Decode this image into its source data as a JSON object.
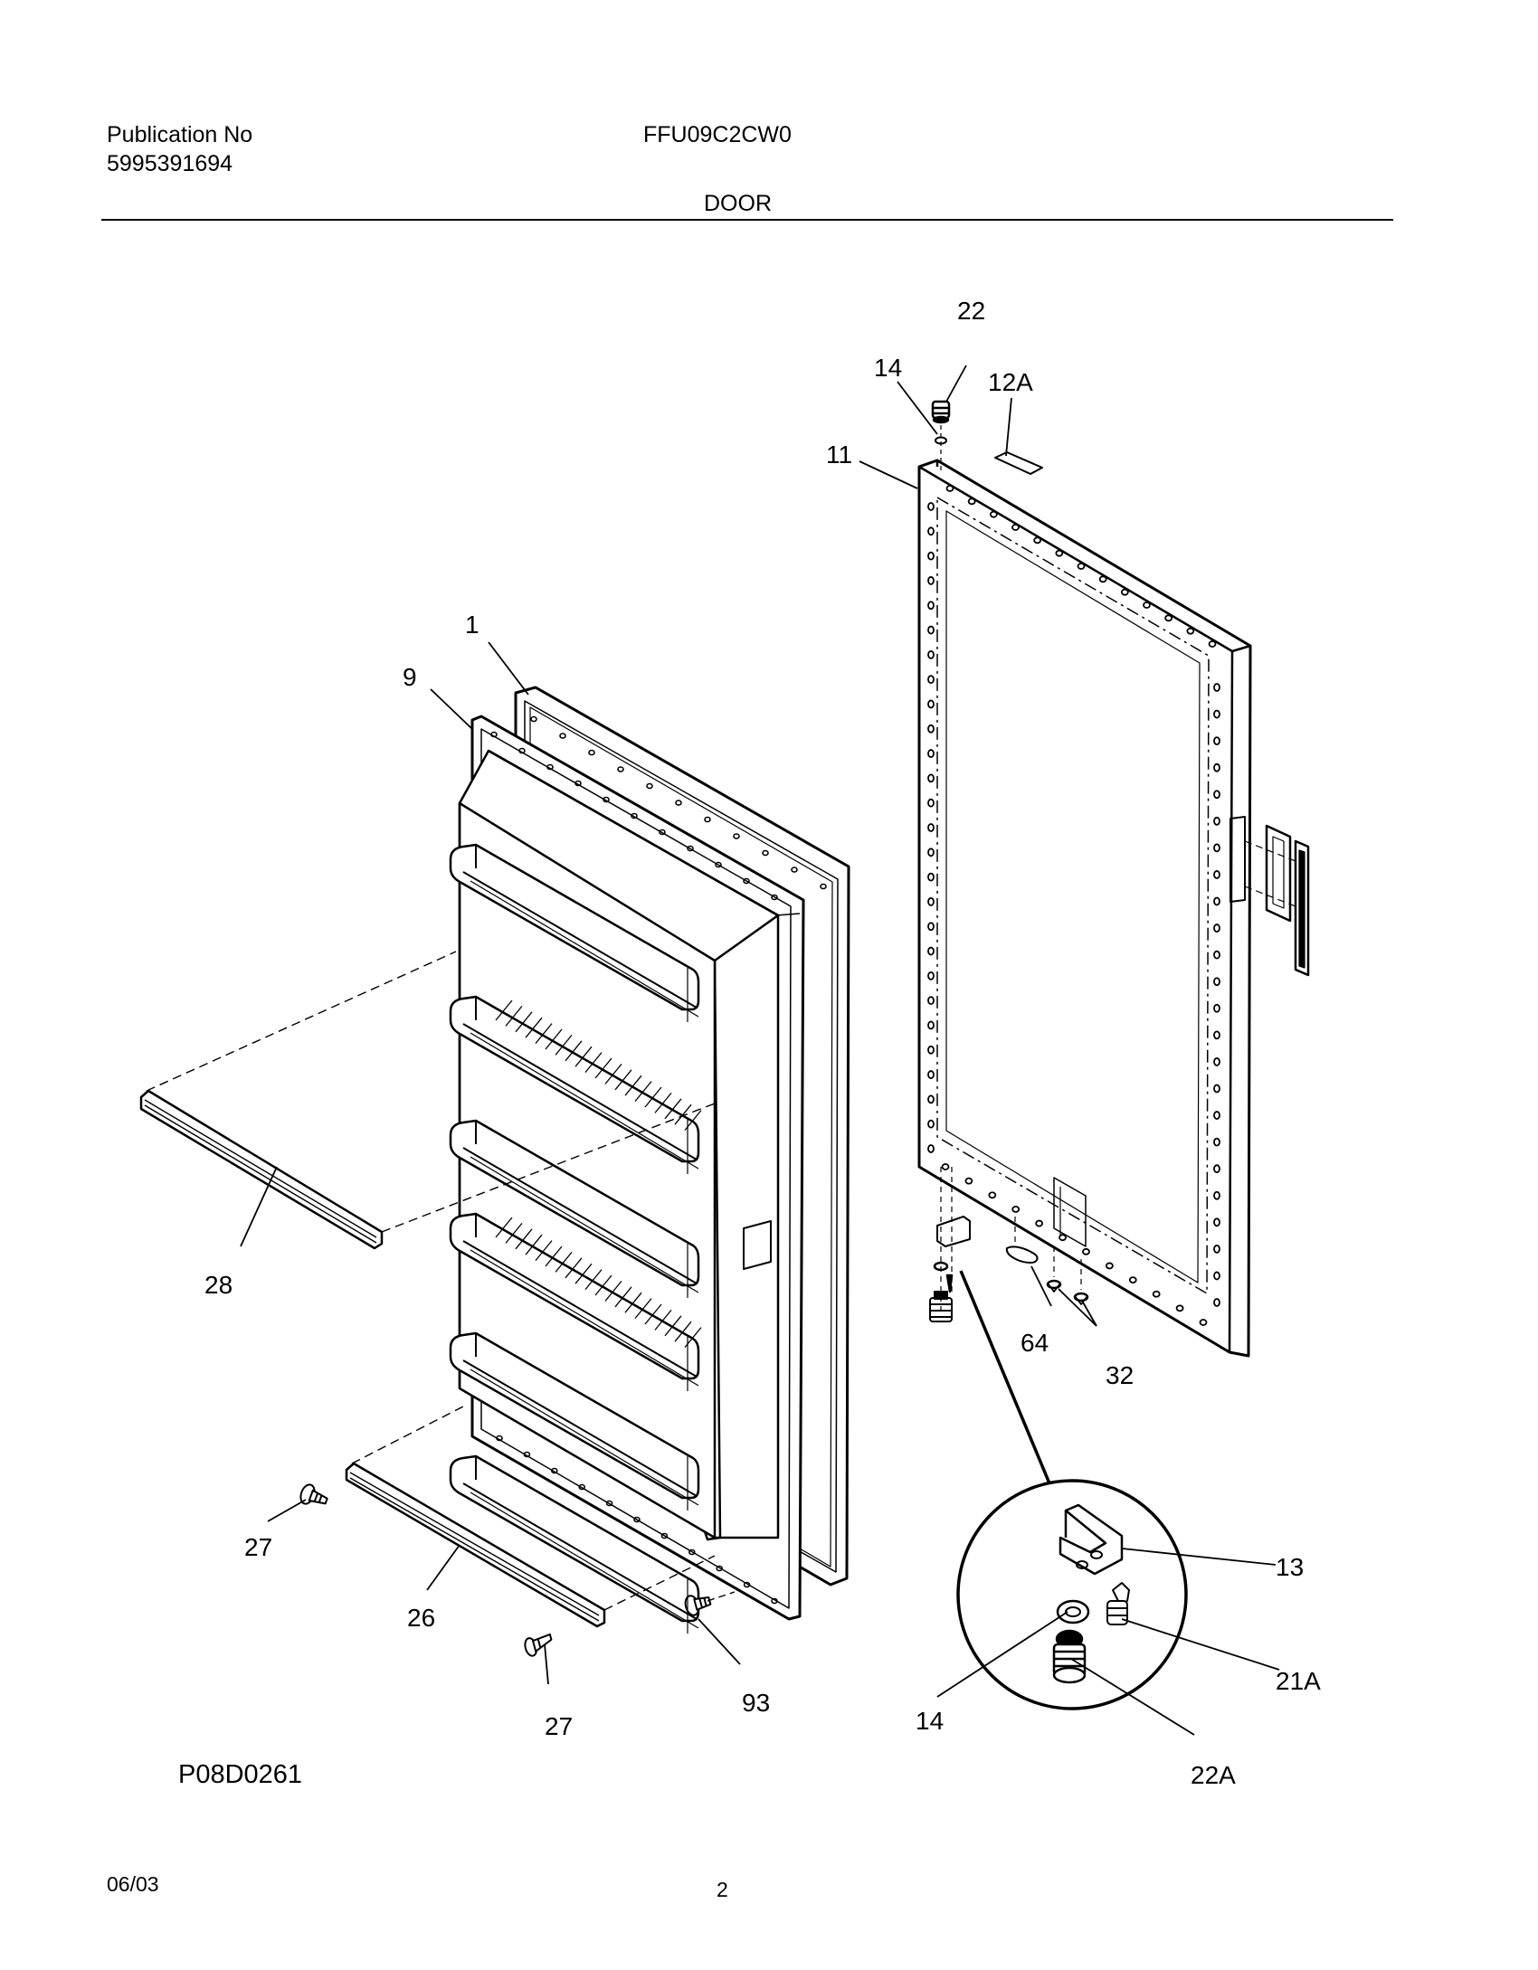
{
  "header": {
    "publication_label": "Publication No",
    "publication_number": "5995391694",
    "model": "FFU09C2CW0",
    "section": "DOOR"
  },
  "diagram": {
    "callouts": [
      "1",
      "9",
      "11",
      "12A",
      "13",
      "14",
      "14",
      "21A",
      "22",
      "22A",
      "26",
      "27",
      "27",
      "28",
      "32",
      "64",
      "93"
    ],
    "drawing_code": "P08D0261"
  },
  "footer": {
    "date": "06/03",
    "page": "2"
  }
}
